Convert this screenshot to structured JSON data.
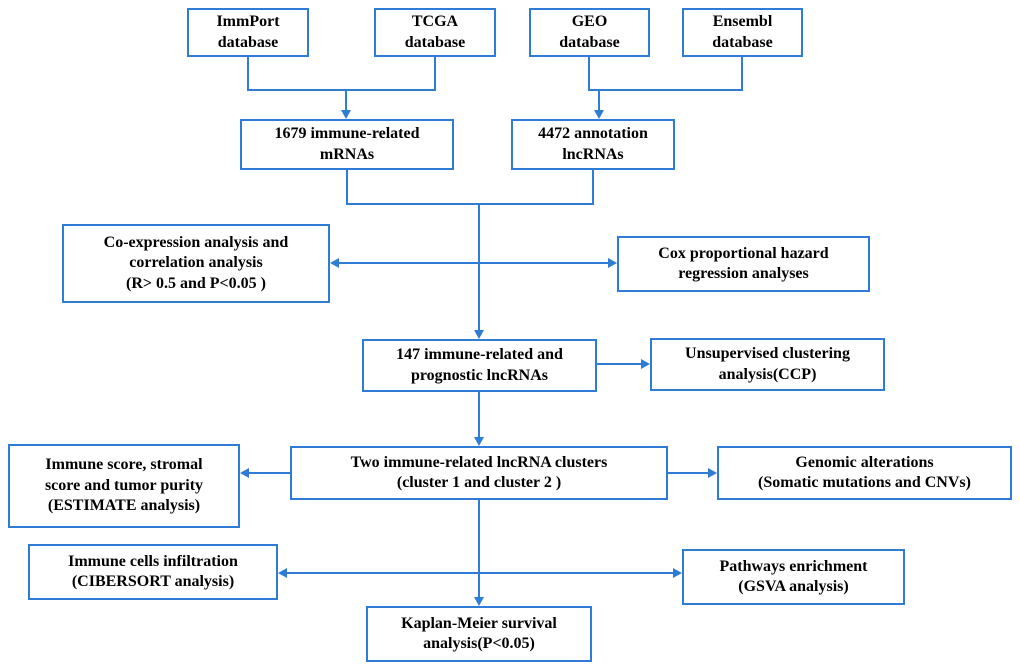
{
  "colors": {
    "line": "#2e7cd6",
    "box_border": "#2e7cd6",
    "text": "#000000",
    "background": "#ffffff"
  },
  "boxes": {
    "immport": {
      "label": "ImmPort\ndatabase"
    },
    "tcga": {
      "label": "TCGA\ndatabase"
    },
    "geo": {
      "label": "GEO\ndatabase"
    },
    "ensembl": {
      "label": "Ensembl\ndatabase"
    },
    "mrnas": {
      "label": "1679 immune-related\nmRNAs"
    },
    "lncrnas": {
      "label": "4472 annotation\nlncRNAs"
    },
    "coexpression": {
      "label": "Co-expression analysis and\ncorrelation analysis\n(R> 0.5 and P<0.05 )"
    },
    "cox": {
      "label": "Cox proportional hazard\nregression analyses"
    },
    "prognostic": {
      "label": "147 immune-related and\nprognostic lncRNAs"
    },
    "clustering": {
      "label": "Unsupervised clustering\nanalysis(CCP)"
    },
    "clusters": {
      "label": "Two immune-related lncRNA clusters\n(cluster 1 and cluster 2 )"
    },
    "estimate": {
      "label": "Immune score, stromal\nscore and tumor purity\n(ESTIMATE analysis)"
    },
    "genomic": {
      "label": "Genomic alterations\n(Somatic mutations and CNVs)"
    },
    "cibersort": {
      "label": "Immune cells infiltration\n(CIBERSORT analysis)"
    },
    "gsva": {
      "label": "Pathways enrichment\n(GSVA analysis)"
    },
    "km": {
      "label": "Kaplan-Meier survival\nanalysis(P<0.05)"
    }
  }
}
